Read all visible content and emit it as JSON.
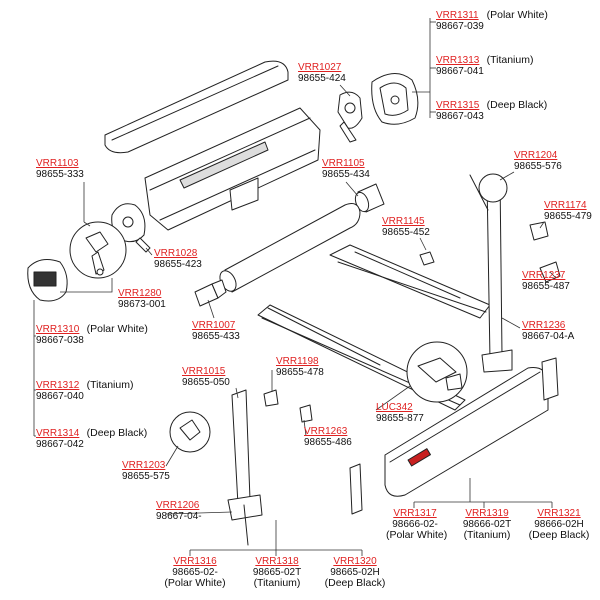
{
  "parts": {
    "vrr1311": {
      "code": "VRR1311",
      "num": "98667-039",
      "note": "(Polar White)"
    },
    "vrr1313": {
      "code": "VRR1313",
      "num": "98667-041",
      "note": "(Titanium)"
    },
    "vrr1315": {
      "code": "VRR1315",
      "num": "98667-043",
      "note": "(Deep Black)"
    },
    "vrr1027": {
      "code": "VRR1027",
      "num": "98655-424"
    },
    "vrr1204": {
      "code": "VRR1204",
      "num": "98655-576"
    },
    "vrr1103": {
      "code": "VRR1103",
      "num": "98655-333"
    },
    "vrr1105": {
      "code": "VRR1105",
      "num": "98655-434"
    },
    "vrr1174": {
      "code": "VRR1174",
      "num": "98655-479"
    },
    "vrr1145": {
      "code": "VRR1145",
      "num": "98655-452"
    },
    "vrr1028": {
      "code": "VRR1028",
      "num": "98655-423"
    },
    "vrr1237": {
      "code": "VRR1237",
      "num": "98655-487"
    },
    "vrr1280": {
      "code": "VRR1280",
      "num": "98673-001"
    },
    "vrr1007": {
      "code": "VRR1007",
      "num": "98655-433"
    },
    "vrr1236": {
      "code": "VRR1236",
      "num": "98667-04-A"
    },
    "vrr1310": {
      "code": "VRR1310",
      "num": "98667-038",
      "note": "(Polar White)"
    },
    "vrr1015": {
      "code": "VRR1015",
      "num": "98655-050"
    },
    "vrr1198": {
      "code": "VRR1198",
      "num": "98655-478"
    },
    "vrr1312": {
      "code": "VRR1312",
      "num": "98667-040",
      "note": "(Titanium)"
    },
    "luc342": {
      "code": "LUC342",
      "num": "98655-877"
    },
    "vrr1263": {
      "code": "VRR1263",
      "num": "98655-486"
    },
    "vrr1314": {
      "code": "VRR1314",
      "num": "98667-042",
      "note": "(Deep Black)"
    },
    "vrr1203": {
      "code": "VRR1203",
      "num": "98655-575"
    },
    "vrr1206": {
      "code": "VRR1206",
      "num": "98667-04-"
    },
    "vrr1317": {
      "code": "VRR1317",
      "num": "98666-02-",
      "note": "(Polar White)"
    },
    "vrr1319": {
      "code": "VRR1319",
      "num": "98666-02T",
      "note": "(Titanium)"
    },
    "vrr1321": {
      "code": "VRR1321",
      "num": "98666-02H",
      "note": "(Deep Black)"
    },
    "vrr1316": {
      "code": "VRR1316",
      "num": "98665-02-",
      "note": "(Polar White)"
    },
    "vrr1318": {
      "code": "VRR1318",
      "num": "98665-02T",
      "note": "(Titanium)"
    },
    "vrr1320": {
      "code": "VRR1320",
      "num": "98665-02H",
      "note": "(Deep Black)"
    }
  },
  "colors": {
    "code": "#e02222",
    "text": "#111111",
    "line": "#333333"
  }
}
